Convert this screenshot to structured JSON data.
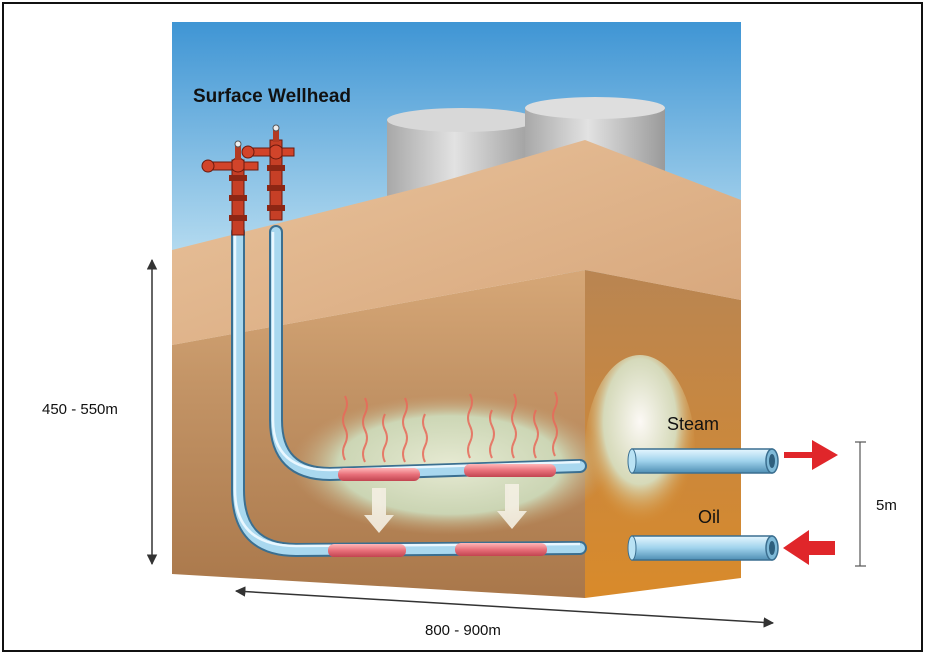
{
  "labels": {
    "surface_wellhead": "Surface Wellhead",
    "steam": "Steam",
    "oil": "Oil",
    "depth": "450 - 550m",
    "spacing": "5m",
    "length": "800 - 900m"
  },
  "colors": {
    "sky_top": "#4b9ed8",
    "sky_bottom": "#b7dcf0",
    "ground_top": "#e2b58c",
    "ground_front": "#c89564",
    "reservoir_side": "#d78c35",
    "pipe": "#9fd2ec",
    "heated_section": "#e8707a",
    "arrow": "#e0262a",
    "wellhead": "#d2442a"
  }
}
